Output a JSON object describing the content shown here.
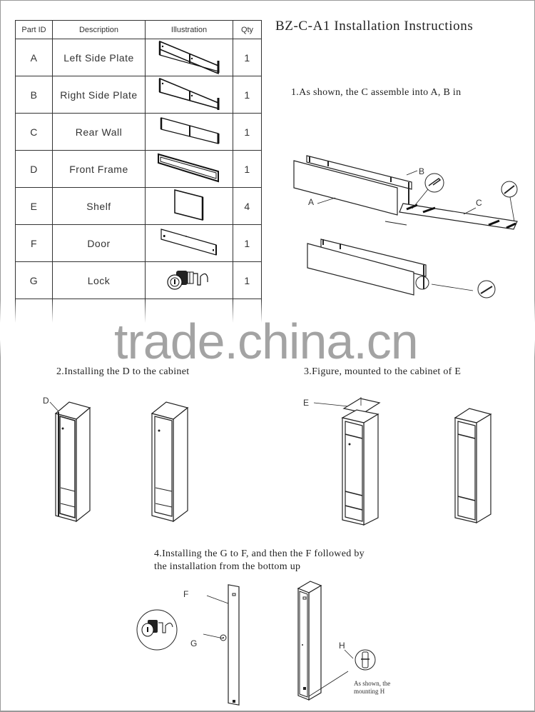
{
  "document": {
    "title": "BZ-C-A1 Installation Instructions",
    "watermark": "trade.china.cn"
  },
  "parts_table": {
    "headers": [
      "Part ID",
      "Description",
      "Illustration",
      "Qty"
    ],
    "rows": [
      {
        "id": "A",
        "description": "Left Side Plate",
        "illustration": "side-plate-icon",
        "qty": "1"
      },
      {
        "id": "B",
        "description": "Right Side Plate",
        "illustration": "side-plate-icon",
        "qty": "1"
      },
      {
        "id": "C",
        "description": "Rear Wall",
        "illustration": "rear-wall-icon",
        "qty": "1"
      },
      {
        "id": "D",
        "description": "Front Frame",
        "illustration": "front-frame-icon",
        "qty": "1"
      },
      {
        "id": "E",
        "description": "Shelf",
        "illustration": "shelf-icon",
        "qty": "4"
      },
      {
        "id": "F",
        "description": "Door",
        "illustration": "door-icon",
        "qty": "1"
      },
      {
        "id": "G",
        "description": "Lock",
        "illustration": "lock-icon",
        "qty": "1"
      }
    ]
  },
  "steps": [
    {
      "text": "1.As shown, the C assemble into A, B in",
      "labels": [
        "A",
        "B",
        "C"
      ]
    },
    {
      "text": "2.Installing the D to the cabinet",
      "labels": [
        "D"
      ]
    },
    {
      "text": "3.Figure, mounted to the cabinet of E",
      "labels": [
        "E"
      ]
    },
    {
      "text_line1": "4.Installing the G to F, and then the F followed by",
      "text_line2": "the installation from the bottom up",
      "labels": [
        "F",
        "G",
        "H"
      ],
      "note_line1": "As shown, the",
      "note_line2": "mounting H"
    }
  ]
}
